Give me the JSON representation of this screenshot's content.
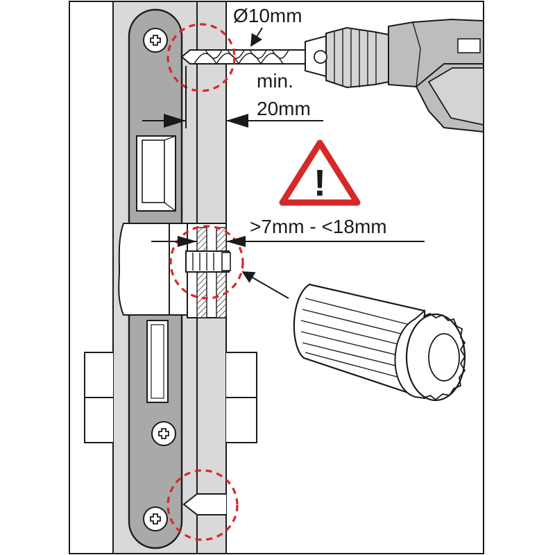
{
  "labels": {
    "drill_diameter": "Ø10mm",
    "min_prefix": "min.",
    "min_depth": "20mm",
    "thickness_range": ">7mm - <18mm",
    "warning_symbol": "!"
  },
  "icons": [
    "drill-icon",
    "warning-triangle-icon",
    "screw-icon",
    "plug-dowel-icon"
  ],
  "colors": {
    "outline": "#1a1a1a",
    "warning_red": "#d62828",
    "faceplate_gray": "#a9a9a9",
    "drill_body_gray": "#bdbdbd",
    "frame_gray": "#cfcfcf"
  }
}
